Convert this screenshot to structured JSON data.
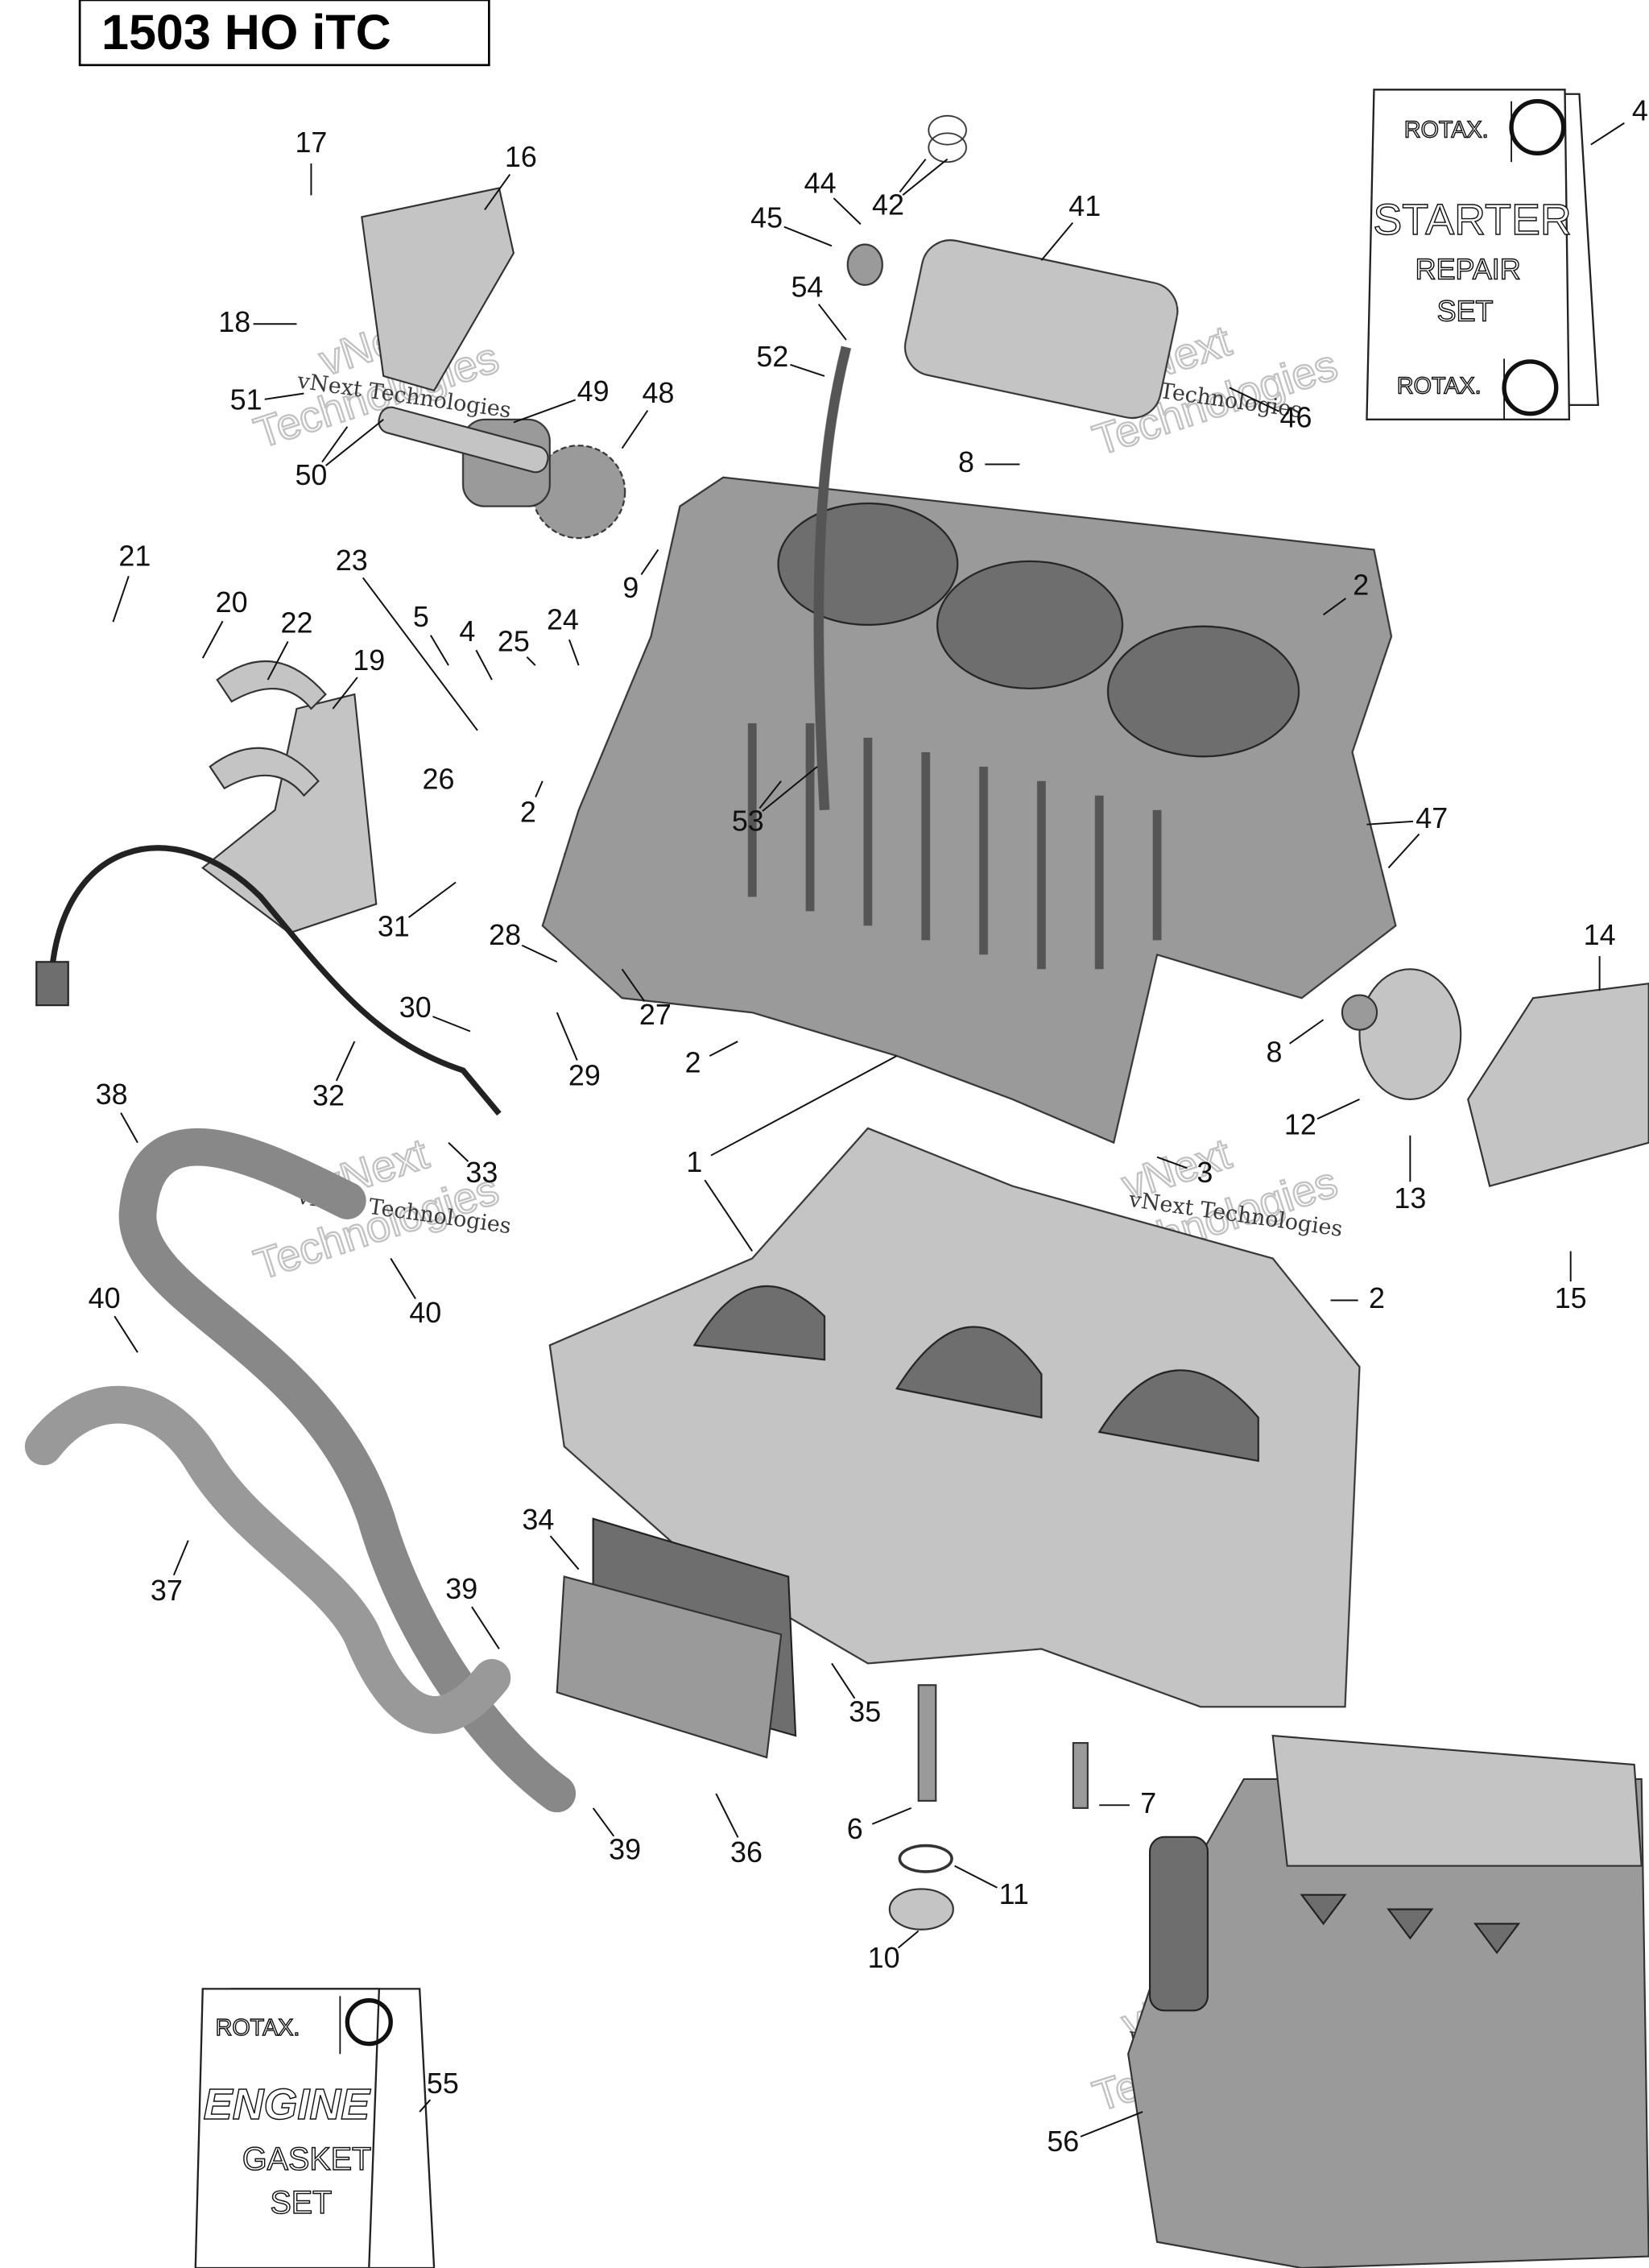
{
  "title": "1503 HO iTC",
  "kits": {
    "starter": {
      "brand": "ROTAX.",
      "line1": "STARTER",
      "line2": "REPAIR",
      "line3": "SET"
    },
    "gasket": {
      "brand": "ROTAX.",
      "line1": "ENGINE",
      "line2": "GASKET",
      "line3": "SET"
    }
  },
  "watermark": {
    "line1": "vNext Technologies",
    "big1": "vNext",
    "big2": "Technologies"
  },
  "callouts": [
    "17",
    "16",
    "18",
    "51",
    "50",
    "49",
    "48",
    "21",
    "20",
    "22",
    "23",
    "19",
    "5",
    "4",
    "25",
    "24",
    "26",
    "2",
    "31",
    "28",
    "27",
    "30",
    "29",
    "32",
    "2",
    "38",
    "33",
    "40",
    "40",
    "1",
    "3",
    "14",
    "8",
    "12",
    "13",
    "15",
    "2",
    "47",
    "2",
    "8",
    "9",
    "53",
    "52",
    "54",
    "45",
    "44",
    "42",
    "41",
    "46",
    "4",
    "34",
    "39",
    "37",
    "35",
    "39",
    "36",
    "6",
    "7",
    "11",
    "10",
    "55",
    "56"
  ]
}
